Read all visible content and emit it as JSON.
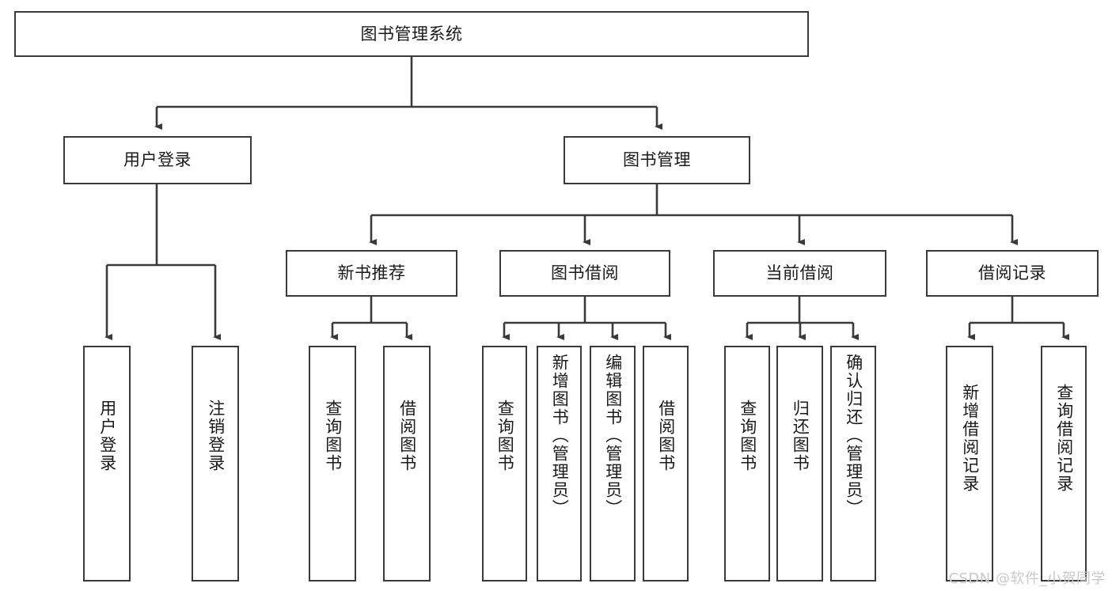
{
  "diagram": {
    "type": "hierarchy-tree",
    "title": "图书管理系统",
    "watermark": "CSDN @软件_小贺同学",
    "colors": {
      "box_border": "#3a3a3a",
      "box_fill": "#ffffff",
      "edge": "#3a3a3a",
      "text": "#1a1a1a",
      "watermark": "#c9c9c9"
    },
    "levels": {
      "level1": "root",
      "level2": "modules",
      "level3": "submodules",
      "level4": "operations"
    },
    "nodes": {
      "root": {
        "label": "图书管理系统"
      },
      "user_login": {
        "label": "用户登录"
      },
      "book_manage": {
        "label": "图书管理"
      },
      "new_book_rec": {
        "label": "新书推荐"
      },
      "book_borrow": {
        "label": "图书借阅"
      },
      "current_borrow": {
        "label": "当前借阅"
      },
      "borrow_record": {
        "label": "借阅记录"
      },
      "leaf_user_login": {
        "label": "用户登录"
      },
      "leaf_user_logout": {
        "label": "注销登录"
      },
      "leaf_rec_query": {
        "label": "查询图书"
      },
      "leaf_rec_borrow": {
        "label": "借阅图书"
      },
      "leaf_borrow_query": {
        "label": "查询图书"
      },
      "leaf_borrow_add": {
        "label": "新增图书（管理员）"
      },
      "leaf_borrow_edit": {
        "label": "编辑图书（管理员）"
      },
      "leaf_borrow_do": {
        "label": "借阅图书"
      },
      "leaf_cur_query": {
        "label": "查询图书"
      },
      "leaf_cur_return": {
        "label": "归还图书"
      },
      "leaf_cur_confirm": {
        "label": "确认归还（管理员）"
      },
      "leaf_rec_add": {
        "label": "新增借阅记录"
      },
      "leaf_rec_search": {
        "label": "查询借阅记录"
      }
    }
  }
}
